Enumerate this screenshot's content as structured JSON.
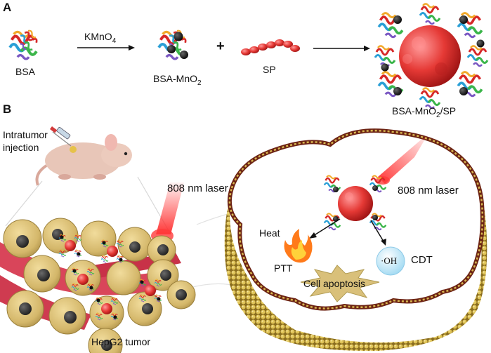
{
  "panel_a": {
    "label": "A",
    "bsa": "BSA",
    "reagent_main": "KMnO",
    "reagent_sub": "4",
    "bsa_mno_main": "BSA-MnO",
    "bsa_mno_sub": "2",
    "plus": "+",
    "sp": "SP",
    "product_main": "BSA-MnO",
    "product_sub": "2",
    "product_suffix": "/SP"
  },
  "panel_b": {
    "label": "B",
    "injection": "Intratumor injection",
    "laser_left": "808 nm laser",
    "laser_right": "808 nm laser",
    "heat": "Heat",
    "ptt": "PTT",
    "oh": "·OH",
    "cdt": "CDT",
    "apoptosis": "Cell apoptosis",
    "tumor": "HepG2 tumor"
  },
  "colors": {
    "nanoparticle": "#e53935",
    "cell": "#d9c07a",
    "nucleus": "#3a3a3a",
    "vessel": "#d9455a",
    "membrane_outer": "#7a2a1a",
    "membrane_beads": "#d2b44a",
    "laser": "#ff2a2a",
    "oh_bubble": "#bfe6f7"
  }
}
